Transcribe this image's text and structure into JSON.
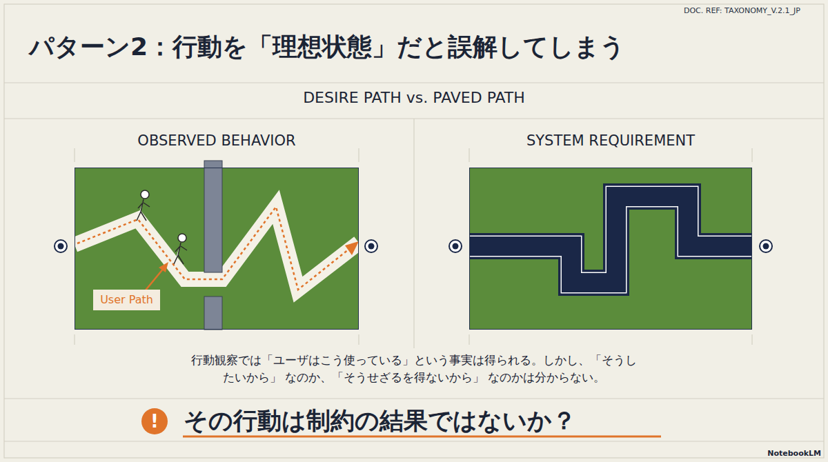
{
  "diagram": {
    "title": "パターン2：行動を「理想状態」だと誤解してしまう",
    "caption": "行動観察では「ユーザはこう使っている」という事実は得られる。しかし、「そうしたいから」 なのか、「そうせざるを得ないから」 なのかは分からない。",
    "nodes": [
      {
        "text": [
          "OBSERVED BEHAVIOR"
        ]
      },
      {
        "text": [
          "SYSTEM REQUIREMENT"
        ]
      }
    ],
    "labels": [
      "DOC. REF: TAXONOMY_V.2.1_JP",
      "DESIRE PATH vs. PAVED PATH",
      "User Path",
      "!",
      "その行動は制約の結果ではないか？",
      "NotebookLM"
    ]
  }
}
